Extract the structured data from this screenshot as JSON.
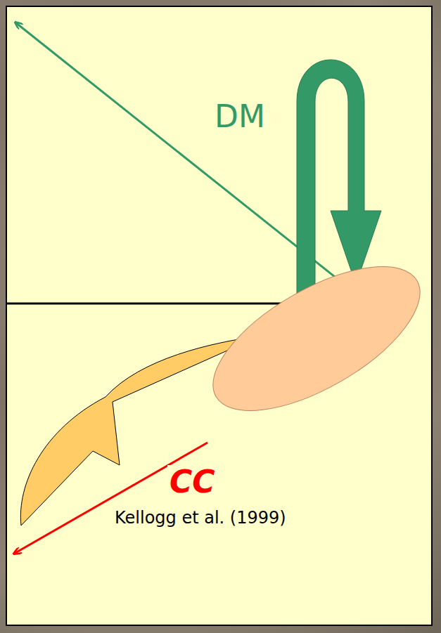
{
  "diagram": {
    "labels": [
      "DM",
      "CC",
      "Kellogg et al. (1999)"
    ]
  }
}
